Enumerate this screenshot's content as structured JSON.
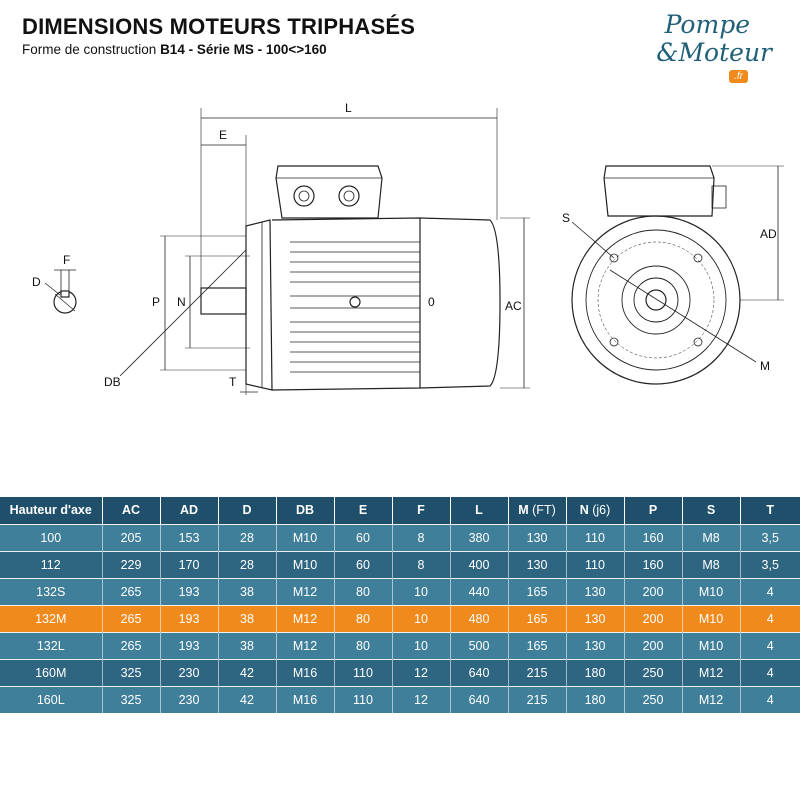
{
  "header": {
    "title": "DIMENSIONS MOTEURS TRIPHASÉS",
    "subtitle_prefix": "Forme de construction ",
    "subtitle_bold": "B14 - Série MS - 100<>160"
  },
  "logo": {
    "line1": "Pompe",
    "line2": "&Moteur",
    "badge": ".fr"
  },
  "drawing": {
    "labels": {
      "L": "L",
      "E": "E",
      "F": "F",
      "D": "D",
      "P": "P",
      "N": "N",
      "O": "0",
      "AC": "AC",
      "DB": "DB",
      "T": "T",
      "S": "S",
      "AD": "AD",
      "M": "M"
    }
  },
  "table": {
    "headers": [
      {
        "main": "Hauteur d'axe",
        "sub": ""
      },
      {
        "main": "AC",
        "sub": ""
      },
      {
        "main": "AD",
        "sub": ""
      },
      {
        "main": "D",
        "sub": ""
      },
      {
        "main": "DB",
        "sub": ""
      },
      {
        "main": "E",
        "sub": ""
      },
      {
        "main": "F",
        "sub": ""
      },
      {
        "main": "L",
        "sub": ""
      },
      {
        "main": "M ",
        "sub": "(FT)"
      },
      {
        "main": "N ",
        "sub": "(j6)"
      },
      {
        "main": "P",
        "sub": ""
      },
      {
        "main": "S",
        "sub": ""
      },
      {
        "main": "T",
        "sub": ""
      }
    ],
    "rows": [
      [
        "100",
        "205",
        "153",
        "28",
        "M10",
        "60",
        "8",
        "380",
        "130",
        "110",
        "160",
        "M8",
        "3,5"
      ],
      [
        "112",
        "229",
        "170",
        "28",
        "M10",
        "60",
        "8",
        "400",
        "130",
        "110",
        "160",
        "M8",
        "3,5"
      ],
      [
        "132S",
        "265",
        "193",
        "38",
        "M12",
        "80",
        "10",
        "440",
        "165",
        "130",
        "200",
        "M10",
        "4"
      ],
      [
        "132M",
        "265",
        "193",
        "38",
        "M12",
        "80",
        "10",
        "480",
        "165",
        "130",
        "200",
        "M10",
        "4"
      ],
      [
        "132L",
        "265",
        "193",
        "38",
        "M12",
        "80",
        "10",
        "500",
        "165",
        "130",
        "200",
        "M10",
        "4"
      ],
      [
        "160M",
        "325",
        "230",
        "42",
        "M16",
        "110",
        "12",
        "640",
        "215",
        "180",
        "250",
        "M12",
        "4"
      ],
      [
        "160L",
        "325",
        "230",
        "42",
        "M16",
        "110",
        "12",
        "640",
        "215",
        "180",
        "250",
        "M12",
        "4"
      ]
    ],
    "highlighted_row": 3
  },
  "colors": {
    "header_bg": "#1f4f6b",
    "row_light": "#3f7f9a",
    "row_dark": "#2e6580",
    "highlight": "#f18a1d",
    "brand": "#1f5f78"
  }
}
